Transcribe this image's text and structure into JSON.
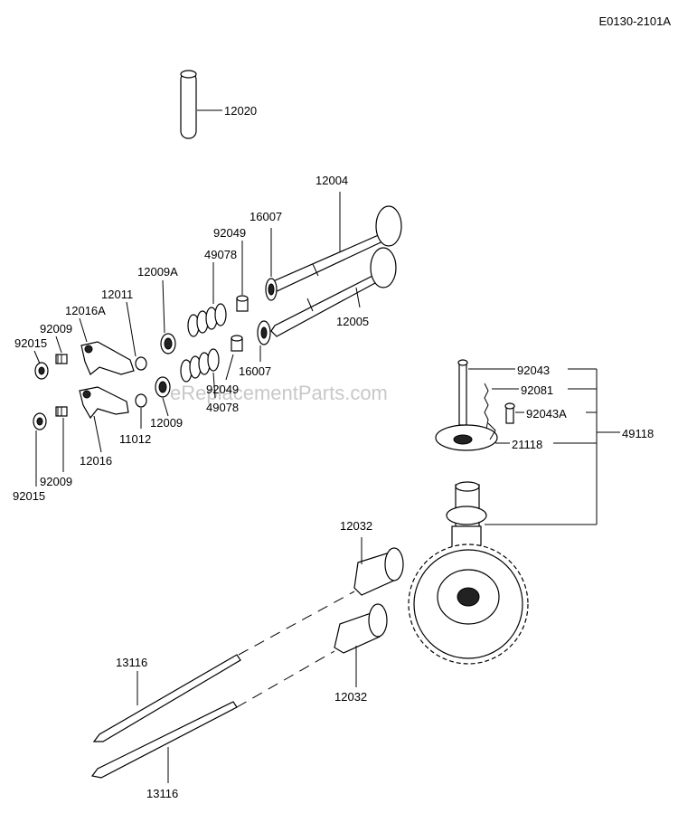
{
  "diagram_code": "E0130-2101A",
  "watermark": "eReplacementParts.com",
  "labels": {
    "push_rod_top": "12020",
    "valve_exhaust": "12004",
    "valve_intake": "12005",
    "retainer_top": "16007",
    "retainer_bottom": "16007",
    "collet_top": "92049",
    "collet_bottom": "92049",
    "spring_top": "49078",
    "spring_bottom": "49078",
    "cap_top": "12009A",
    "cap_bottom": "12009",
    "pivot": "12011",
    "pivot_bottom": "11012",
    "rocker_top": "12016A",
    "rocker_bottom": "12016",
    "screw_top": "92009",
    "screw_bottom": "92009",
    "nut_top": "92015",
    "nut_bottom": "92015",
    "pin_a": "92043",
    "spring_pin": "92081",
    "pin_b": "92043A",
    "governor_assy": "49118",
    "plate": "21118",
    "tappet_top": "12032",
    "tappet_bottom": "12032",
    "push_rod_long_top": "13116",
    "push_rod_long_bottom": "13116"
  }
}
